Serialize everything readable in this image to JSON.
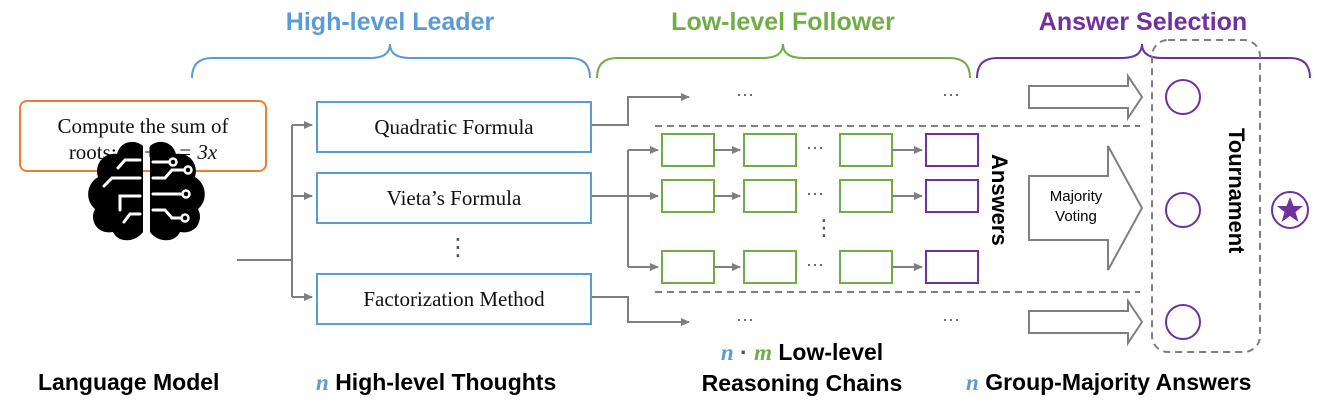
{
  "sections": {
    "leader": {
      "label": "High-level Leader",
      "color": "#5b9bd5"
    },
    "follower": {
      "label": "Low-level Follower",
      "color": "#70ad47"
    },
    "selection": {
      "label": "Answer Selection",
      "color": "#7030a0"
    }
  },
  "prompt_box": {
    "line1": "Compute the sum of",
    "line2_prefix": "roots: ",
    "equation": "x² + 2 = 3x"
  },
  "thoughts": [
    "Quadratic Formula",
    "Vieta’s Formula",
    "Factorization Method"
  ],
  "ellipsis": "···",
  "vertical_ellipsis": "⋮",
  "majority_voting": {
    "line1": "Majority",
    "line2": "Voting"
  },
  "answers_label": "Answers",
  "tournament_label": "Tournament",
  "bottom_labels": {
    "language_model": "Language Model",
    "thoughts_var": "n",
    "thoughts": "High-level Thoughts",
    "chains_var_n": "n",
    "chains_dot": "·",
    "chains_var_m": "m",
    "chains_line1": "Low-level",
    "chains_line2": "Reasoning Chains",
    "answers_var": "n",
    "answers": "Group-Majority Answers"
  },
  "colors": {
    "prompt_border": "#ed7d31",
    "arrow": "#7f7f7f",
    "dashed": "#7f7f7f",
    "star": "#7030a0"
  },
  "icons": [
    "brain-circuit-icon",
    "star-icon"
  ]
}
